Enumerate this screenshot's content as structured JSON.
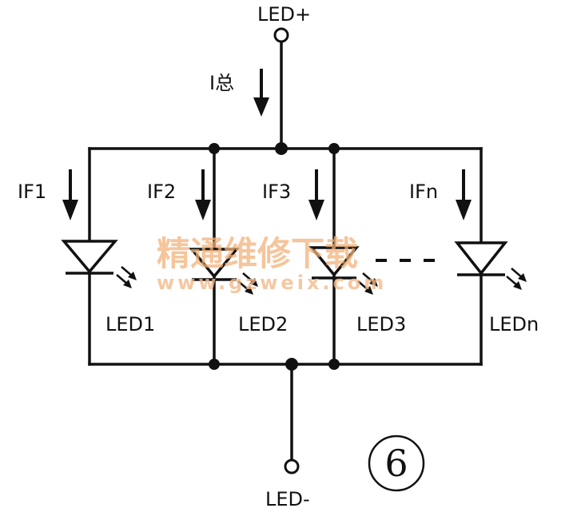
{
  "labels": {
    "led_plus": "LED+",
    "led_minus": "LED-",
    "i_total": "I总",
    "figure_number": "6"
  },
  "branches": [
    {
      "current": "IF1",
      "led": "LED1"
    },
    {
      "current": "IF2",
      "led": "LED2"
    },
    {
      "current": "IF3",
      "led": "LED3"
    },
    {
      "current": "IFn",
      "led": "LEDn"
    }
  ],
  "ellipsis": "---",
  "watermark": {
    "line1": "精通维修下载",
    "line2": "www.gzweix.com"
  }
}
